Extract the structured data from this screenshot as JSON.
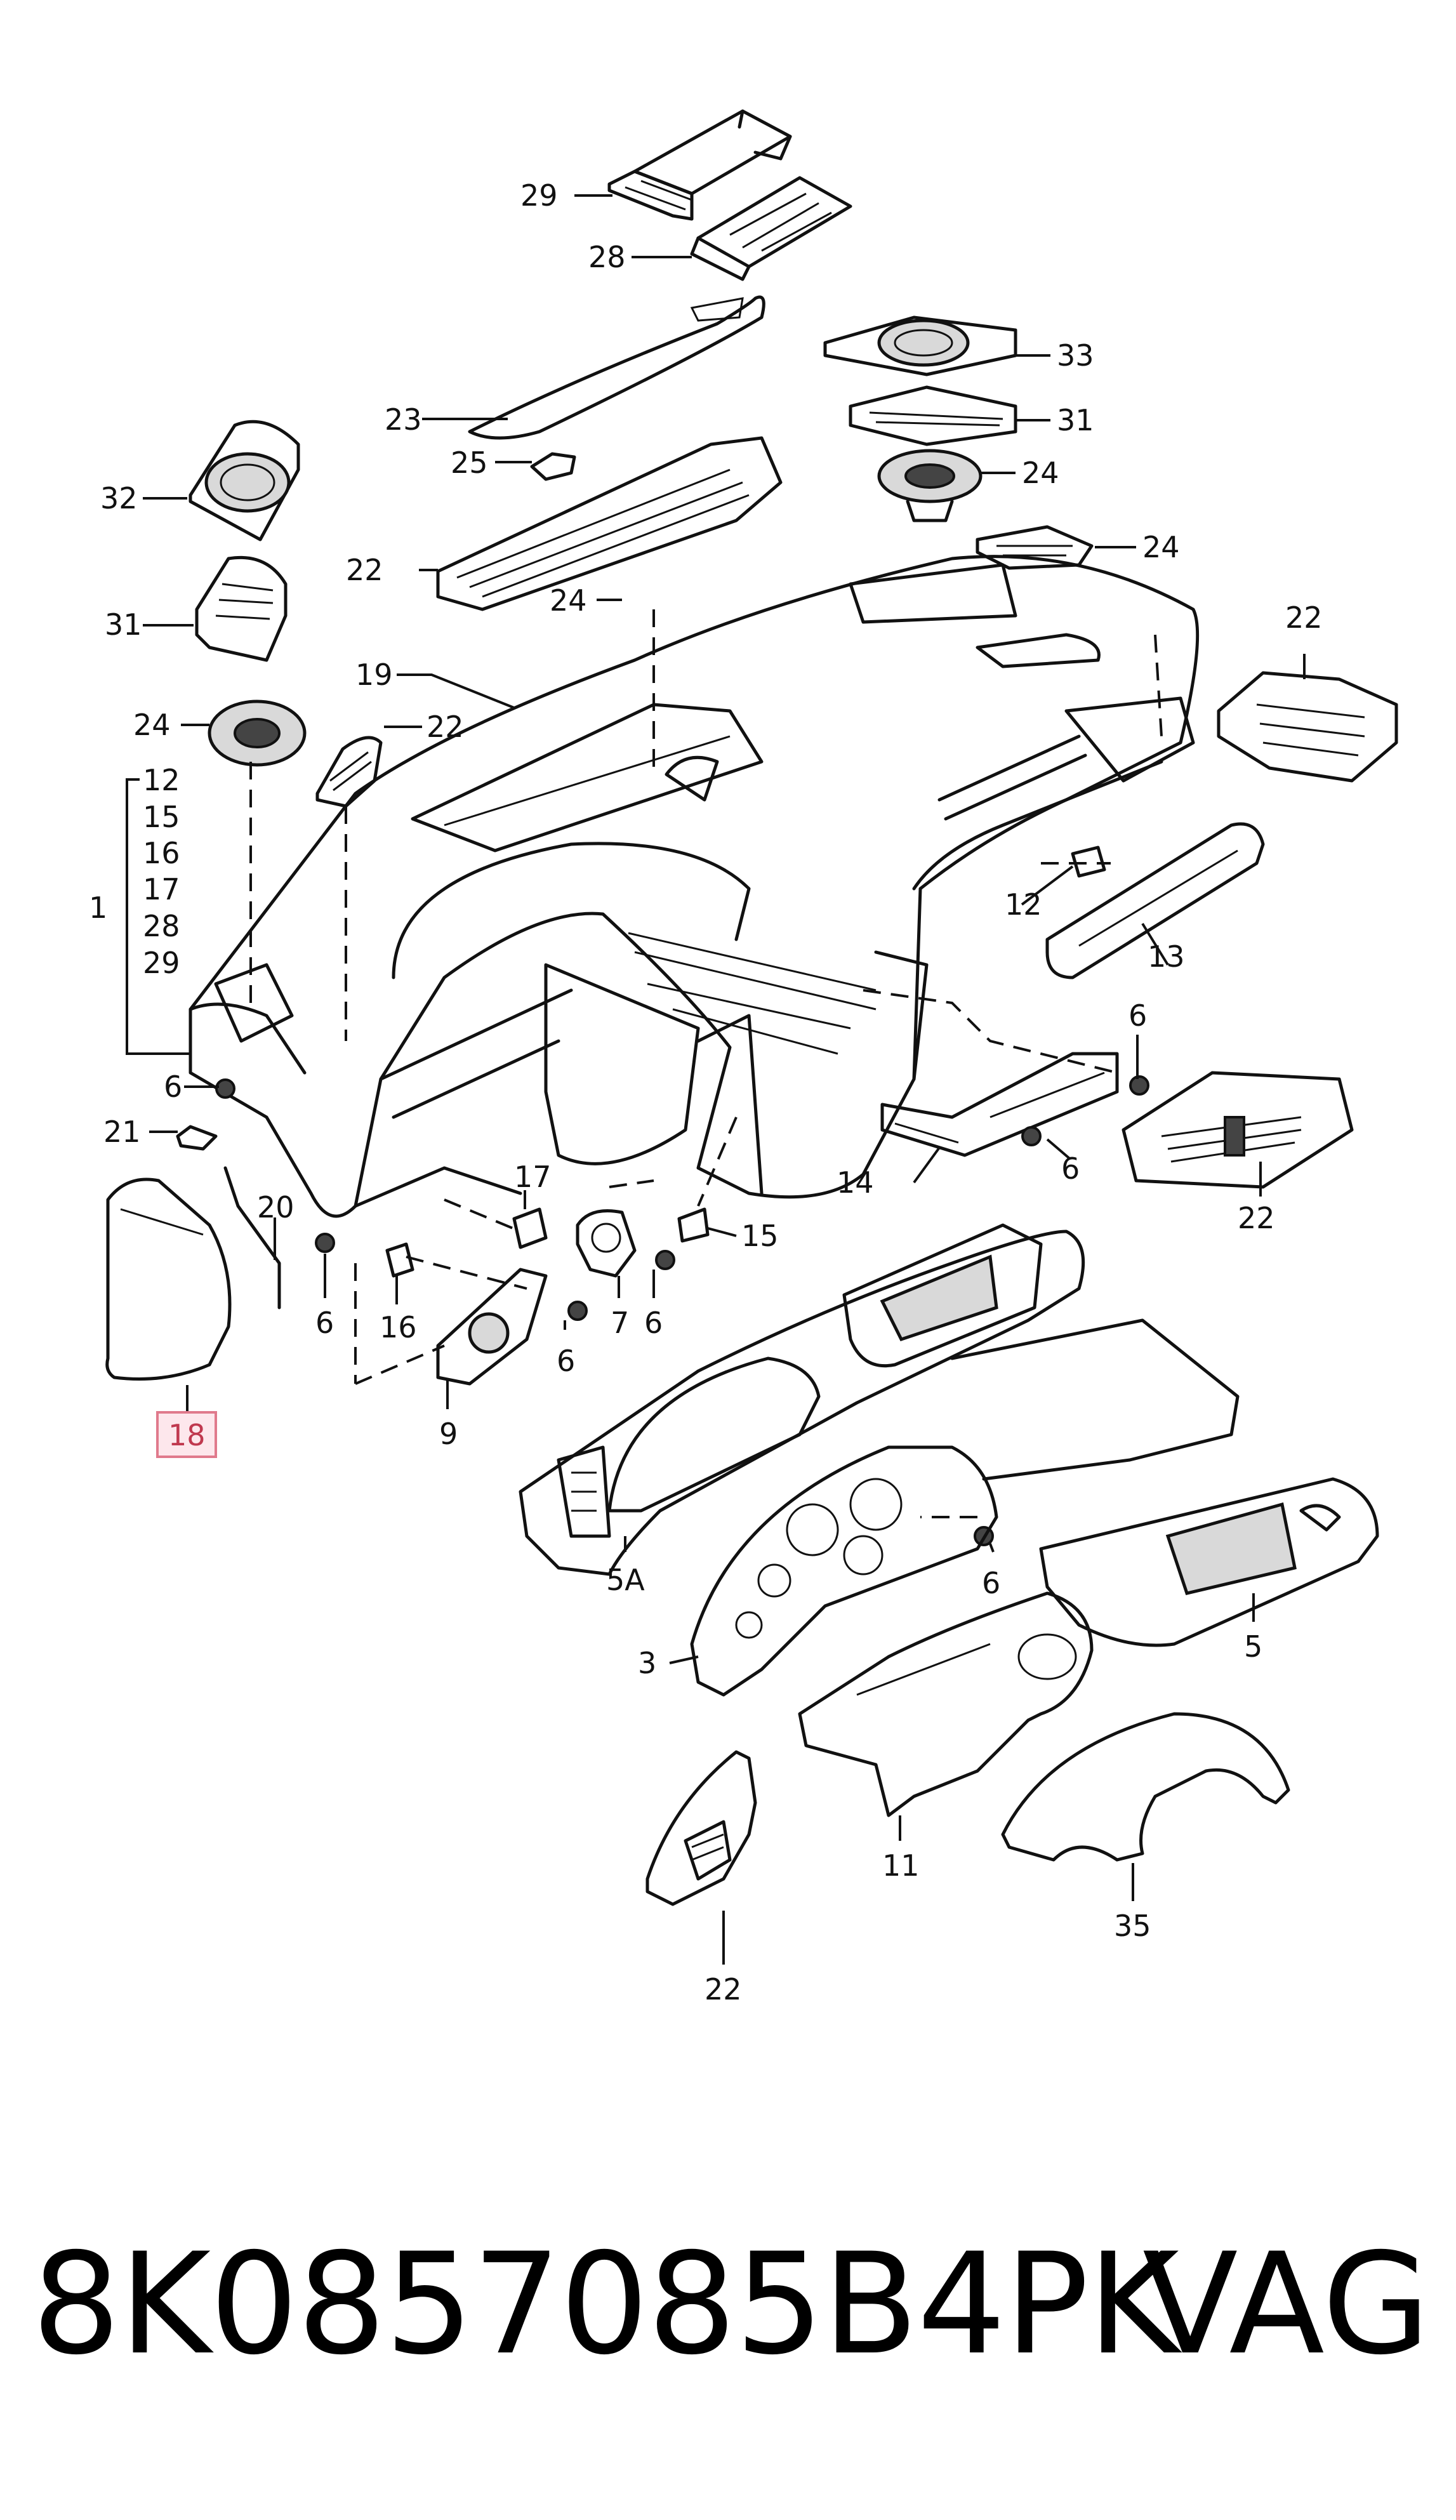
{
  "diagram": {
    "callouts": {
      "c29": "29",
      "c28": "28",
      "c23": "23",
      "c33": "33",
      "c31a": "31",
      "c25": "25",
      "c24a": "24",
      "c32": "32",
      "c22a": "22",
      "c24b": "24",
      "c24c": "24",
      "c31b": "31",
      "c22b": "22",
      "c19": "19",
      "c24d": "24",
      "c22c": "22",
      "c12a": "12",
      "c15a": "15",
      "c16a": "16",
      "c17a": "17",
      "c28b": "28",
      "c29b": "29",
      "c1": "1",
      "c12b": "12",
      "c13": "13",
      "c6a": "6",
      "c6b": "6",
      "c21": "21",
      "c14": "14",
      "c6c": "6",
      "c22d": "22",
      "c20": "20",
      "c17b": "17",
      "c15b": "15",
      "c6d": "6",
      "c16b": "16",
      "c7": "7",
      "c6e": "6",
      "c6f": "6",
      "c9": "9",
      "c18": "18",
      "c5A": "5A",
      "c6g": "6",
      "c3": "3",
      "c5": "5",
      "c11": "11",
      "c35": "35",
      "c22e": "22"
    }
  },
  "footer": {
    "part_number": "8K0857085B4PK",
    "brand": "VAG"
  }
}
